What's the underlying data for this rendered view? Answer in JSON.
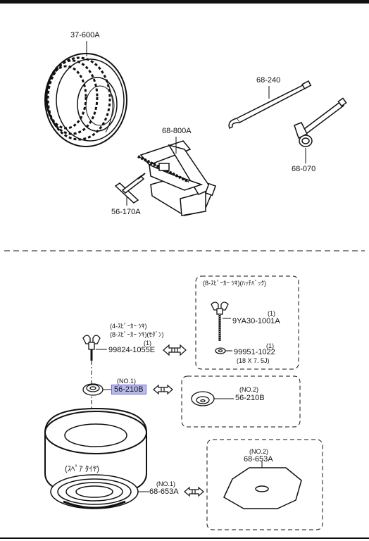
{
  "labels": {
    "tire": "37-600A",
    "jack": "68-800A",
    "jack_handle": "56-170A",
    "bar": "68-240",
    "wrench": "68-070",
    "hatch_note": "(8-ｽﾋﾟｰｶｰ ﾂｷ)(ﾊｯﾁﾊﾞｯｸ)",
    "bolt_hatch_qty": "(1)",
    "bolt_hatch": "9YA30-1001A",
    "washer_qty": "(1)",
    "washer": "99951-1022",
    "washer_size": "(18 X 7. 5J)",
    "note_4sp": "(4-ｽﾋﾟｰｶｰ ﾂｷ)",
    "note_8sp": "(8-ｽﾋﾟｰｶｰ ﾂｷ)(ｾﾀﾞﾝ)",
    "bolt_qty": "(1)",
    "bolt": "99824-1055E",
    "no1_a": "(NO.1)",
    "cap_no1": "56-210B",
    "no2_a": "(NO.2)",
    "cap_no2": "56-210B",
    "spare_tire": "(ｽﾍﾟｱ ﾀｲﾔ)",
    "no1_b": "(NO.1)",
    "pad_no1": "68-653A",
    "no2_b": "(NO.2)",
    "pad_no2": "68-653A"
  },
  "colors": {
    "highlight": "#b9b9ee",
    "line": "#111111"
  }
}
